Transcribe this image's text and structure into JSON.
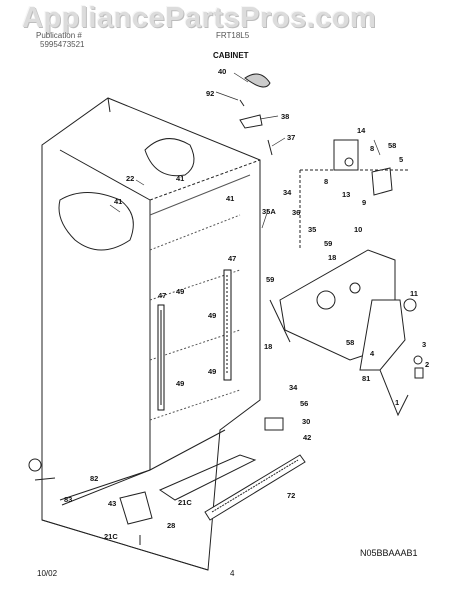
{
  "header": {
    "watermark": "AppliancePartsPros.com",
    "brand_line1": "Publication #",
    "brand_line2": "5995473521",
    "model": "FRT18L5",
    "section": "CABINET"
  },
  "parts": {
    "p40": "40",
    "p92": "92",
    "p38": "38",
    "p37": "37",
    "p14": "14",
    "p58a": "58",
    "p5": "5",
    "p8a": "8",
    "p8b": "8",
    "p13": "13",
    "p9": "9",
    "p22": "22",
    "p41a": "41",
    "p41b": "41",
    "p41c": "41",
    "p34a": "34",
    "p35a": "35A",
    "p36": "36",
    "p35": "35",
    "p10": "10",
    "p59a": "59",
    "p59b": "59",
    "p18a": "18",
    "p47a": "47",
    "p47b": "47",
    "p49a": "49",
    "p49b": "49",
    "p49c": "49",
    "p49d": "49",
    "p11": "11",
    "p58b": "58",
    "p4": "4",
    "p18b": "18",
    "p3": "3",
    "p2": "2",
    "p81": "81",
    "p1": "1",
    "p34b": "34",
    "p56": "56",
    "p30": "30",
    "p42": "42",
    "p82": "82",
    "p83": "83",
    "p21c_a": "21C",
    "p43": "43",
    "p72": "72",
    "p28": "28",
    "p21c_b": "21C"
  },
  "footer": {
    "date": "10/02",
    "page": "4",
    "diagram_code": "N05BBAAAB1"
  }
}
